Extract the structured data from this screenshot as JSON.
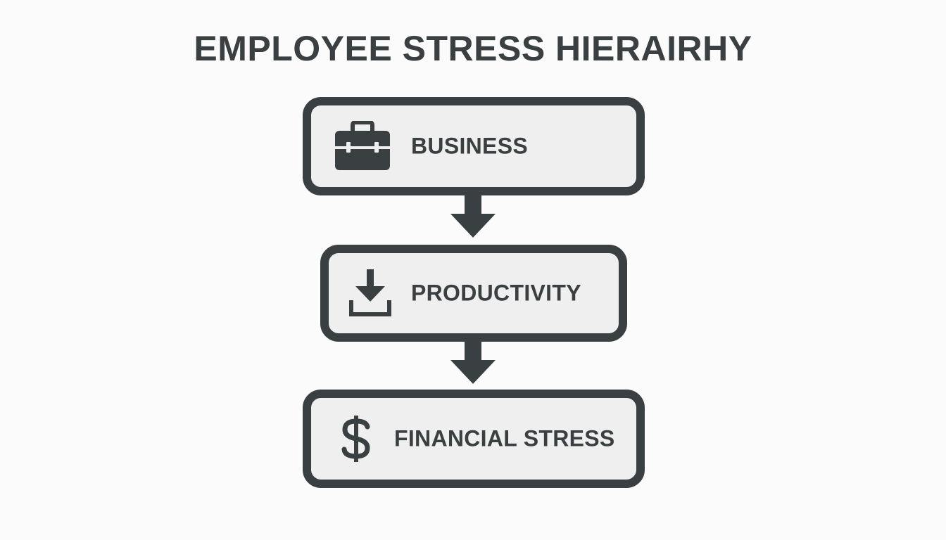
{
  "title": "EMPLOYEE STRESS HIERAIRHY",
  "nodes": [
    {
      "label": "BUSINESS",
      "icon": "briefcase-icon"
    },
    {
      "label": "PRODUCTIVITY",
      "icon": "download-icon"
    },
    {
      "label": "FINANCIAL STRESS",
      "icon": "dollar-icon"
    }
  ],
  "edges": [
    {
      "from": "BUSINESS",
      "to": "PRODUCTIVITY"
    },
    {
      "from": "PRODUCTIVITY",
      "to": "FINANCIAL STRESS"
    }
  ],
  "colors": {
    "stroke": "#3a3f42",
    "box_fill": "#efefef",
    "background": "#fbfbfb"
  }
}
